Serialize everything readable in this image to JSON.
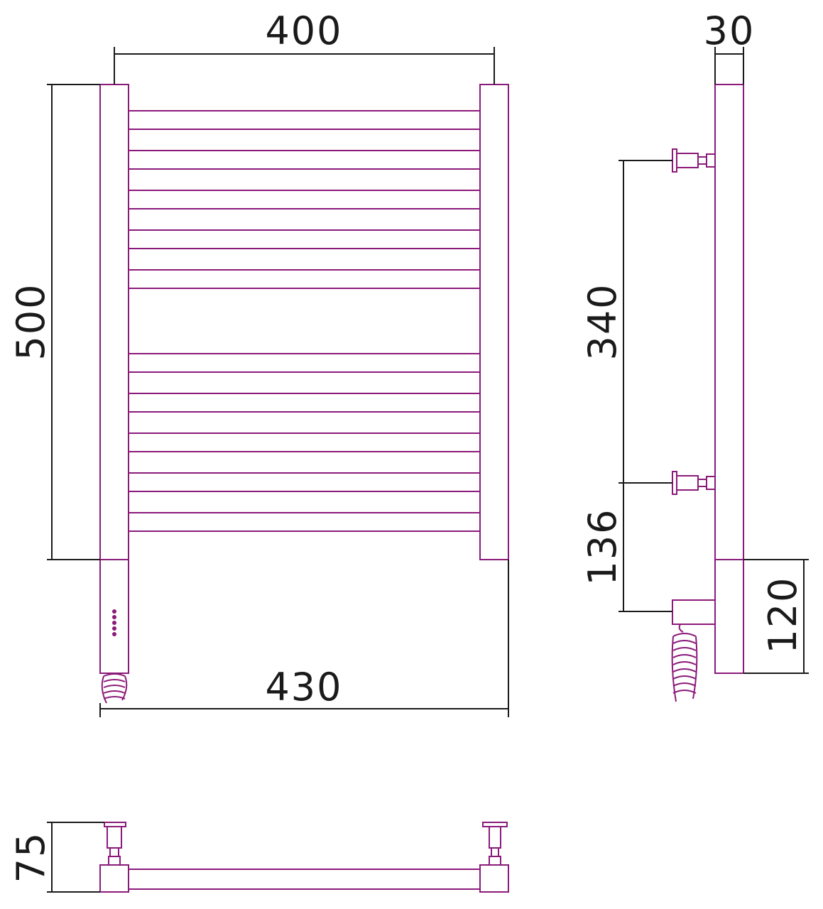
{
  "colors": {
    "outline": "#8b1a7a",
    "dimension_line": "#1a1a1a",
    "background": "#ffffff"
  },
  "dimensions": {
    "rail_spacing": "400",
    "overall_width": "430",
    "height": "500",
    "depth": "30",
    "upper_bracket_offset": "340",
    "lower_bracket_offset": "136",
    "heater_height": "120",
    "wall_projection": "75"
  }
}
